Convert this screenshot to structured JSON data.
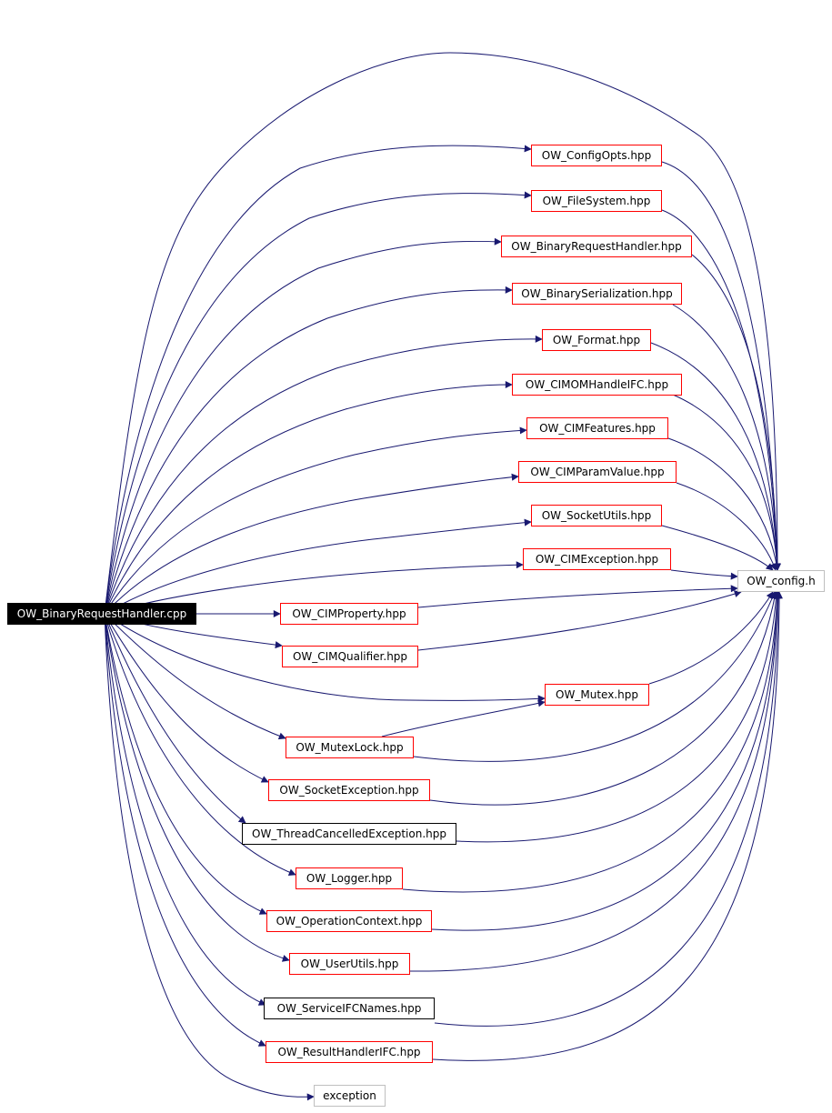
{
  "colors": {
    "edge": "#191970",
    "linked_border": "#ff0000",
    "plain_border": "#000000",
    "external_border": "#bfbfbf",
    "root_fill": "#000000",
    "root_text": "#ffffff"
  },
  "graph": {
    "root": "OW_BinaryRequestHandler.cpp",
    "target": "OW_config.h",
    "includes": [
      "OW_ConfigOpts.hpp",
      "OW_FileSystem.hpp",
      "OW_BinaryRequestHandler.hpp",
      "OW_BinarySerialization.hpp",
      "OW_Format.hpp",
      "OW_CIMOMHandleIFC.hpp",
      "OW_CIMFeatures.hpp",
      "OW_CIMParamValue.hpp",
      "OW_SocketUtils.hpp",
      "OW_CIMException.hpp",
      "OW_CIMProperty.hpp",
      "OW_CIMQualifier.hpp",
      "OW_Mutex.hpp",
      "OW_MutexLock.hpp",
      "OW_SocketException.hpp",
      "OW_ThreadCancelledException.hpp",
      "OW_Logger.hpp",
      "OW_OperationContext.hpp",
      "OW_UserUtils.hpp",
      "OW_ServiceIFCNames.hpp",
      "OW_ResultHandlerIFC.hpp",
      "exception"
    ]
  }
}
